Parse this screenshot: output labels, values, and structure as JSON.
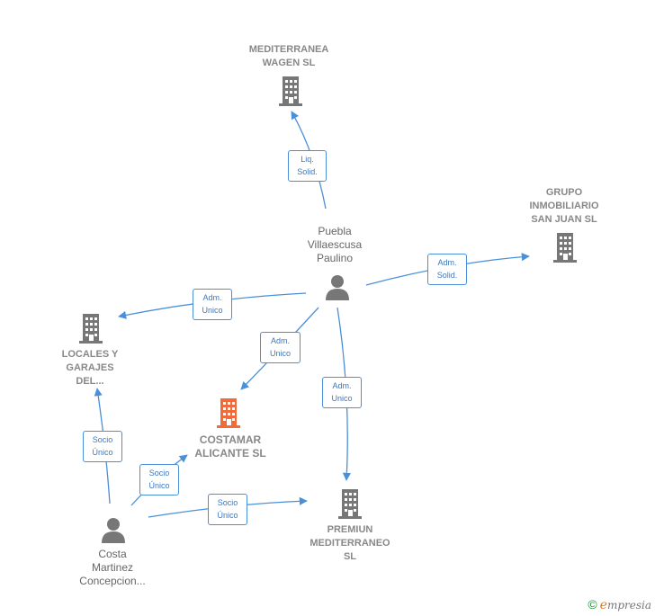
{
  "nodes": {
    "mediterranea_wagen": {
      "lines": [
        "MEDITERRANEA",
        "WAGEN  SL"
      ]
    },
    "grupo_inmobiliario": {
      "lines": [
        "GRUPO",
        "INMOBILIARIO",
        "SAN JUAN  SL"
      ]
    },
    "puebla": {
      "lines": [
        "Puebla",
        "Villaescusa",
        "Paulino"
      ]
    },
    "locales": {
      "lines": [
        "LOCALES Y",
        "GARAJES",
        "DEL..."
      ]
    },
    "costamar": {
      "lines": [
        "COSTAMAR",
        "ALICANTE  SL"
      ]
    },
    "premiun": {
      "lines": [
        "PREMIUN",
        "MEDITERRANEO",
        "SL"
      ]
    },
    "costa": {
      "lines": [
        "Costa",
        "Martinez",
        "Concepcion..."
      ]
    }
  },
  "edges": {
    "liq": {
      "lines": [
        "Liq.",
        "Solid."
      ]
    },
    "adm_solid": {
      "lines": [
        "Adm.",
        "Solid."
      ]
    },
    "adm_unico_locales": {
      "lines": [
        "Adm.",
        "Unico"
      ]
    },
    "adm_unico_costamar": {
      "lines": [
        "Adm.",
        "Unico"
      ]
    },
    "adm_unico_premiun": {
      "lines": [
        "Adm.",
        "Unico"
      ]
    },
    "socio_locales": {
      "lines": [
        "Socio",
        "Único"
      ]
    },
    "socio_costamar": {
      "lines": [
        "Socio",
        "Único"
      ]
    },
    "socio_premiun": {
      "lines": [
        "Socio",
        "Único"
      ]
    }
  },
  "colors": {
    "edge": "#4a90d9",
    "company_icon": "#777777",
    "focal_icon": "#f06a3a",
    "person_icon": "#777777"
  },
  "brand": {
    "copyright": "©",
    "initial": "e",
    "rest": "mpresia"
  }
}
